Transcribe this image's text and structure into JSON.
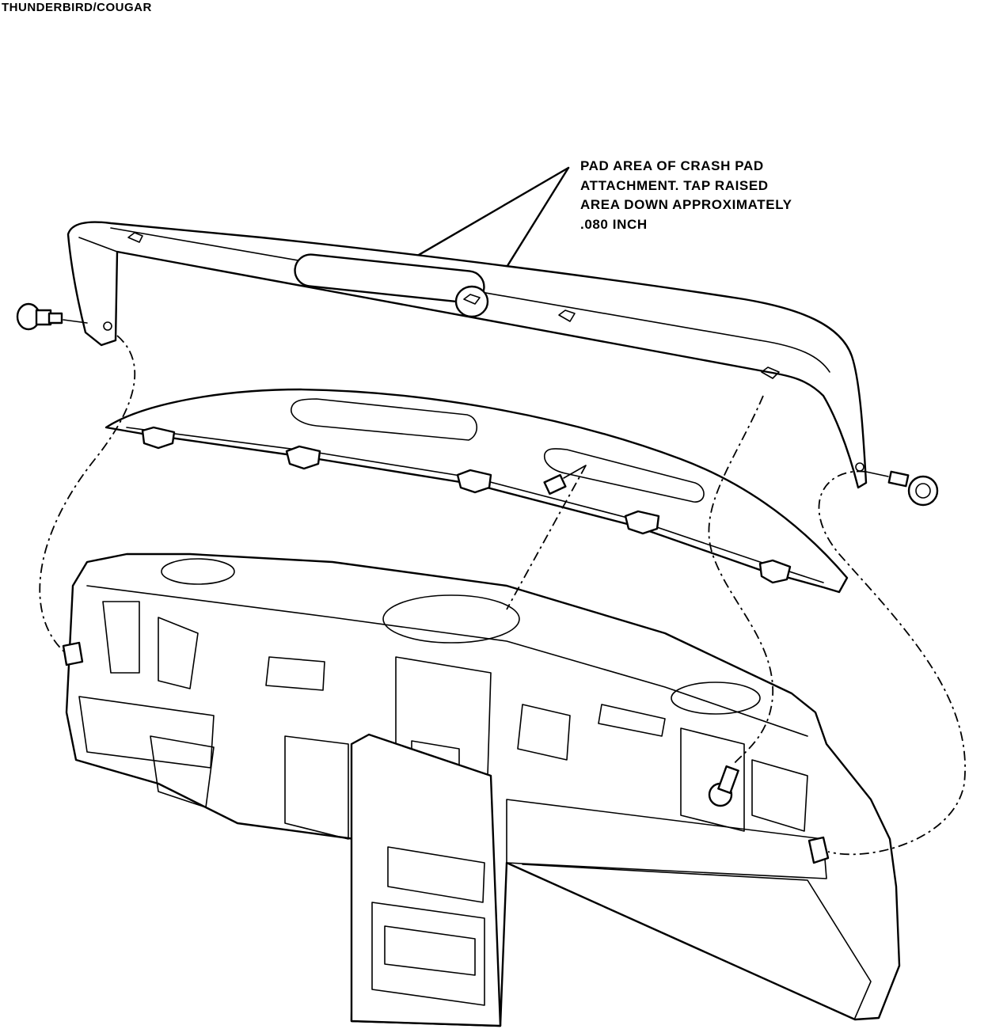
{
  "title": "THUNDERBIRD/COUGAR",
  "callout": {
    "lines": [
      "PAD AREA OF CRASH PAD",
      "ATTACHMENT. TAP RAISED",
      "AREA DOWN APPROXIMATELY",
      ".080 INCH"
    ]
  }
}
